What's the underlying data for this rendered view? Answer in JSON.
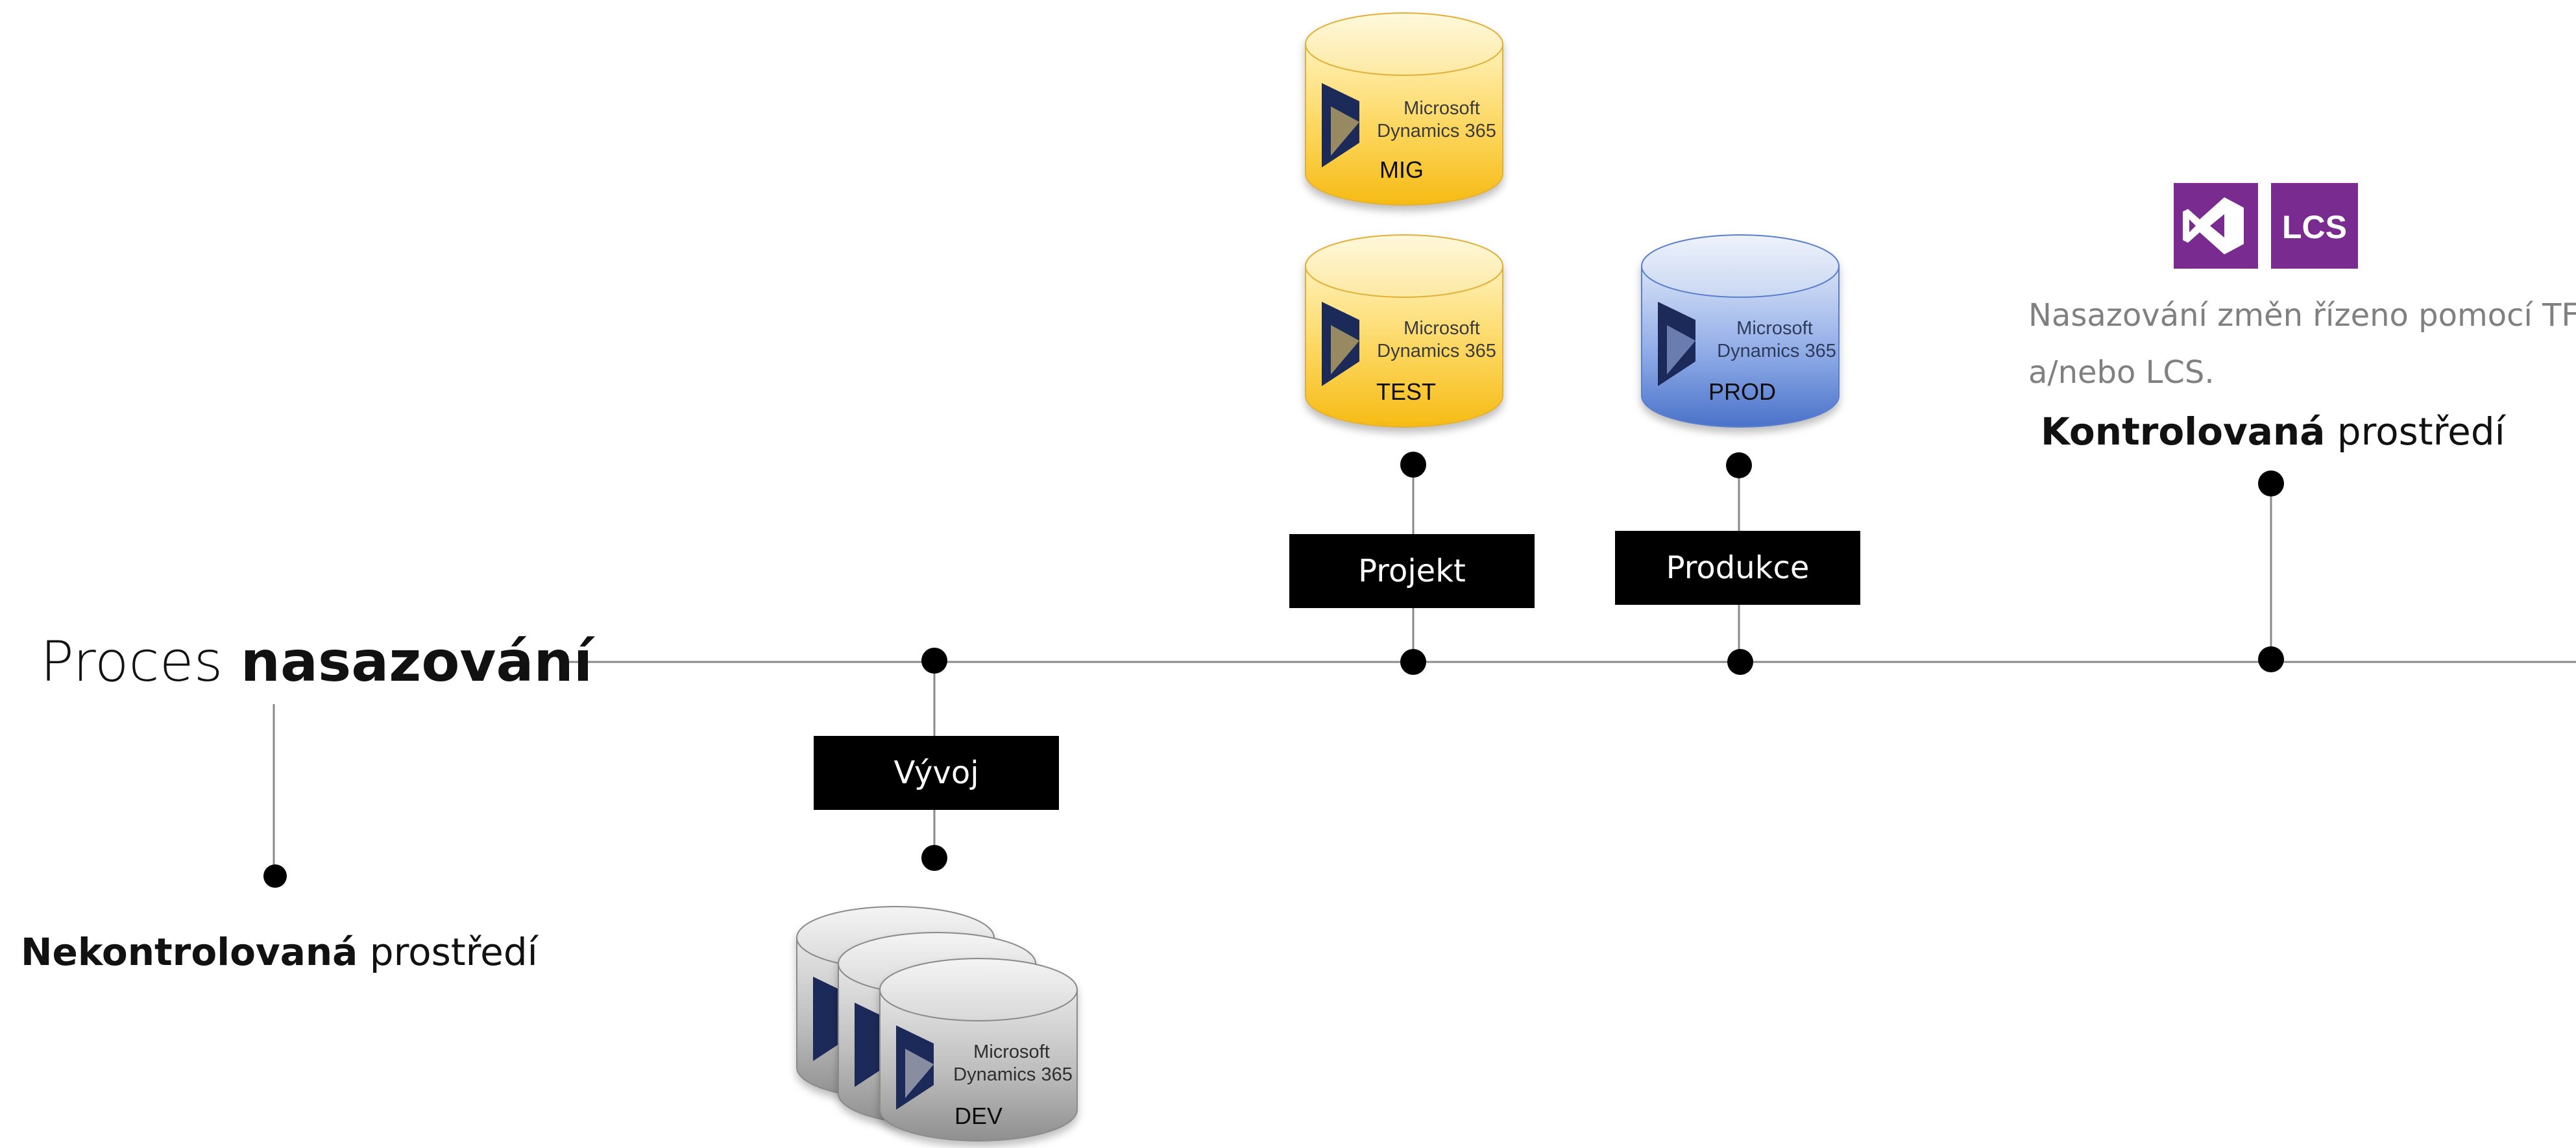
{
  "title": {
    "prefix": "Proces ",
    "bold": "nasazování"
  },
  "uncontrolled": {
    "bold": "Nekontrolovaná",
    "rest": " prostředí"
  },
  "controlled": {
    "bold": "Kontrolovaná",
    "rest": " prostředí"
  },
  "tools": {
    "description_line1": "Nasazování změn řízeno pomocí TFS",
    "description_line2": "a/nebo LCS.",
    "vs_icon": "visual-studio-icon",
    "lcs_icon": "lcs-icon",
    "lcs_label": "LCS",
    "brand_color": "#7a2b90"
  },
  "stages": {
    "dev": "Vývoj",
    "project": "Projekt",
    "production": "Produkce"
  },
  "databases": {
    "brand_line1": "Microsoft",
    "brand_line2": "Dynamics 365",
    "mig": "MIG",
    "test": "TEST",
    "prod": "PROD",
    "dev": "DEV",
    "colors": {
      "yellow": "#fbc637",
      "blue": "#6b8fd6",
      "gray": "#b0b0b0",
      "logo": "#1e2a5a"
    }
  }
}
